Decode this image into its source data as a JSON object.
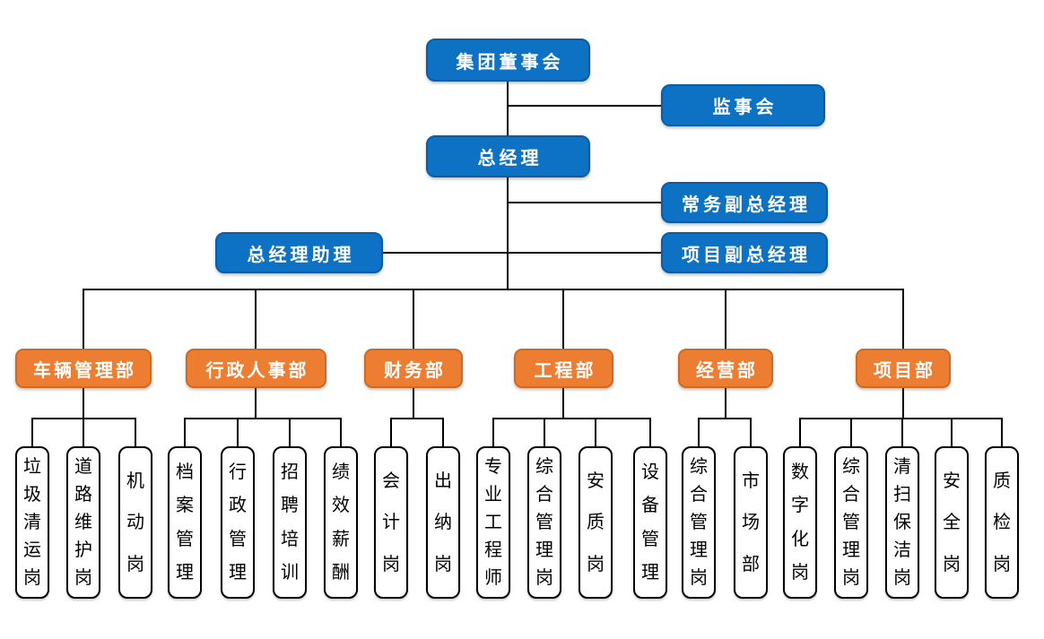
{
  "nodes": {
    "board": "集团董事会",
    "supervisory": "监事会",
    "general_manager": "总经理",
    "executive_deputy_gm": "常务副总经理",
    "gm_assistant": "总经理助理",
    "project_deputy_gm": "项目副总经理"
  },
  "departments": [
    {
      "label": "车辆管理部",
      "positions": [
        "垃圾清运岗",
        "道路维护岗",
        "机动岗"
      ]
    },
    {
      "label": "行政人事部",
      "positions": [
        "档案管理",
        "行政管理",
        "招聘培训",
        "绩效薪酬"
      ]
    },
    {
      "label": "财务部",
      "positions": [
        "会计岗",
        "出纳岗"
      ]
    },
    {
      "label": "工程部",
      "positions": [
        "专业工程师",
        "综合管理岗",
        "安质岗",
        "设备管理"
      ]
    },
    {
      "label": "经营部",
      "positions": [
        "综合管理岗",
        "市场部"
      ]
    },
    {
      "label": "项目部",
      "positions": [
        "数字化岗",
        "综合管理岗",
        "清扫保洁岗",
        "安全岗",
        "质检岗"
      ]
    }
  ],
  "colors": {
    "executive_fill": "#0d72c4",
    "executive_border": "#0a5ca6",
    "executive_text": "#ffffff",
    "department_fill": "#ed7d31",
    "department_border": "#cf6a23",
    "position_fill": "#ffffff",
    "position_border": "#000000",
    "position_text": "#000000",
    "connector": "#000000"
  }
}
